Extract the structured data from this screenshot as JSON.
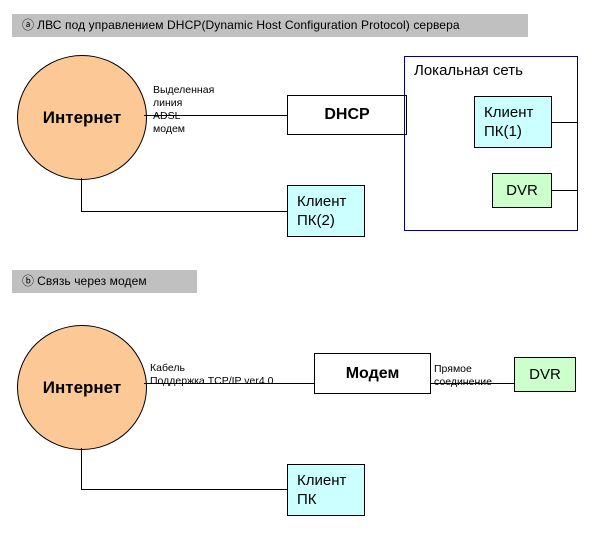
{
  "diagram": {
    "title_hidden": "",
    "colors": {
      "internet_fill": "#fbc896",
      "client_fill": "#ccffff",
      "dvr_fill": "#ccffcc",
      "lan_border": "#000080",
      "header_bar": "#c0c0c0",
      "line": "#000000"
    },
    "sections": [
      {
        "marker": "ⓐ",
        "title": "ЛВС под управлением DHCP(Dynamic Host Configuration Protocol) сервера",
        "nodes": {
          "internet": "Интернет",
          "dhcp": "DHCP",
          "lan_title": "Локальная сеть",
          "client1_line1": "Клиент",
          "client1_line2": "ПК(1)",
          "dvr": "DVR",
          "client2_line1": "Клиент",
          "client2_line2": "ПК(2)"
        },
        "edge_labels": {
          "uplink_line1": "Выделенная",
          "uplink_line2": "линия",
          "uplink_line3": "ADSL",
          "uplink_line4": "модем"
        }
      },
      {
        "marker": "ⓑ",
        "title": "Связь через модем",
        "nodes": {
          "internet": "Интернет",
          "modem": "Модем",
          "dvr": "DVR",
          "client_line1": "Клиент",
          "client_line2": "ПК"
        },
        "edge_labels": {
          "cable_line1": "Кабель",
          "cable_line2": "Поддержка TCP/IP ver4.0",
          "direct_line1": "Прямое",
          "direct_line2": "соединение"
        }
      }
    ]
  }
}
